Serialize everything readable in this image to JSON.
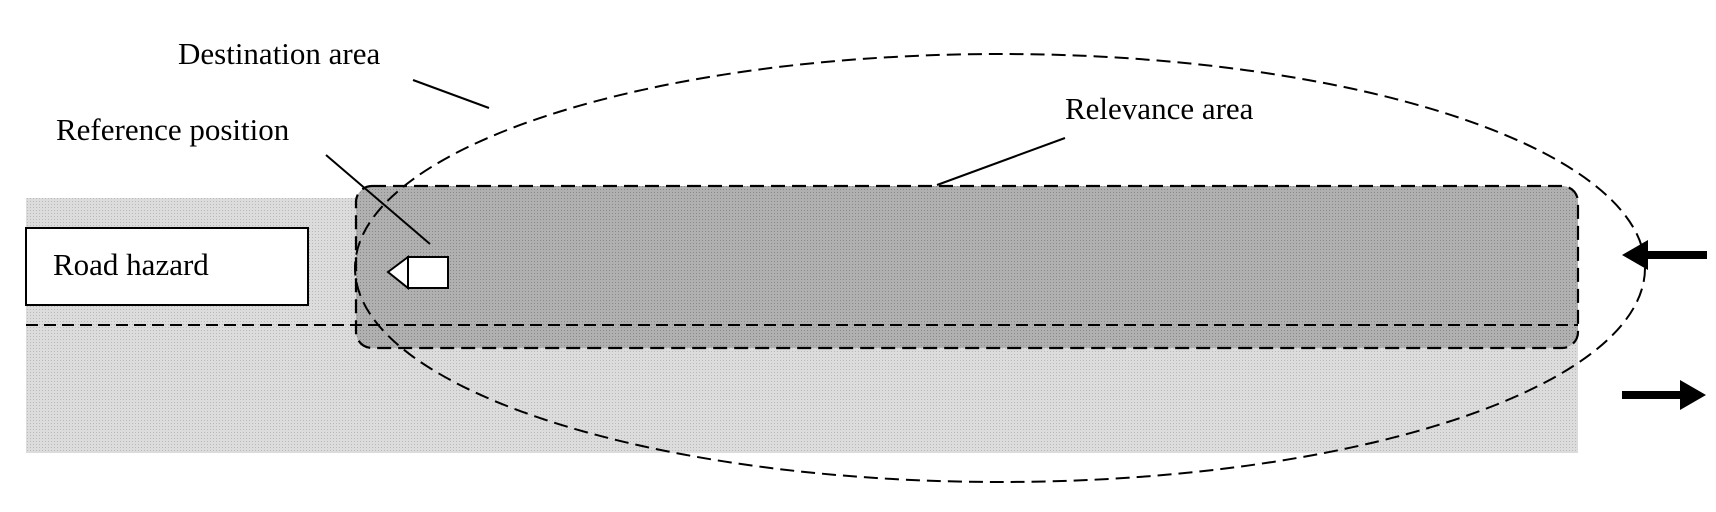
{
  "labels": {
    "destination_area": "Destination area",
    "reference_position": "Reference position",
    "relevance_area": "Relevance area",
    "road_hazard": "Road hazard"
  },
  "colors": {
    "road": "#d6d6d6",
    "relevance_fill": "#a9a9a9",
    "outline": "#000000",
    "label_box_fill": "#ffffff",
    "vehicle_fill": "#ffffff"
  },
  "icons": {
    "vehicle": "vehicle-icon",
    "incoming_arrow": "arrow-left-icon",
    "outgoing_arrow": "arrow-right-icon"
  },
  "lanes": {
    "upper_lane_direction": "left",
    "lower_lane_direction": "right"
  }
}
